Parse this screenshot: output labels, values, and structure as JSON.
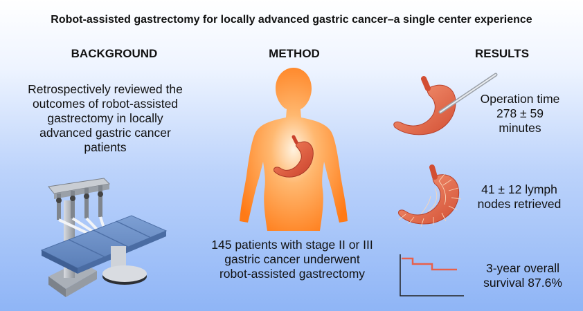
{
  "title": "Robot-assisted gastrectomy for locally advanced gastric cancer–a single center experience",
  "background": {
    "heading": "BACKGROUND",
    "text": "Retrospectively reviewed the outcomes of robot-assisted gastrectomy in locally advanced gastric cancer patients",
    "icon": "robot-surgical-system"
  },
  "method": {
    "heading": "METHOD",
    "text": "145 patients with stage II or III gastric cancer underwent robot-assisted gastrectomy",
    "icon": "body-silhouette-with-stomach"
  },
  "results": {
    "heading": "RESULTS",
    "items": [
      {
        "text": "Operation time 278 ± 59 minutes",
        "icon": "stomach-with-instrument"
      },
      {
        "text": "41 ± 12 lymph nodes retrieved",
        "icon": "stomach-with-vessels"
      },
      {
        "text": "3-year overall survival 87.6%",
        "icon": "survival-curve"
      }
    ]
  },
  "colors": {
    "stomach": "#ec6f4d",
    "silhouette": "#ff8a22",
    "table": "#6f93c9",
    "curve": "#e8604a"
  }
}
